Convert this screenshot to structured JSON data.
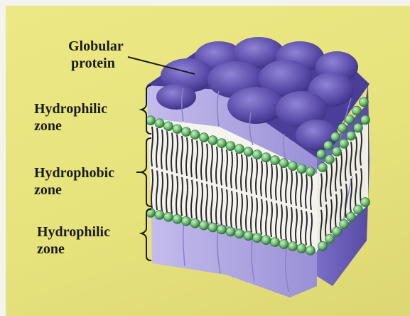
{
  "labels": {
    "globular_protein": [
      "Globular",
      "protein"
    ],
    "hydrophilic_top": [
      "Hydrophilic",
      "zone"
    ],
    "hydrophobic": [
      "Hydrophobic",
      "zone"
    ],
    "hydrophilic_bottom": [
      "Hydrophilic",
      "zone"
    ]
  },
  "colors": {
    "background": "#e6e27c",
    "protein_top": "#5d4fab",
    "protein_front": "#a99fdc",
    "protein_side": "#7468c4",
    "lipid_head": "#76c279",
    "lipid_tail": "#2a2a2a",
    "bilayer_fill": "#f4f3ee"
  }
}
